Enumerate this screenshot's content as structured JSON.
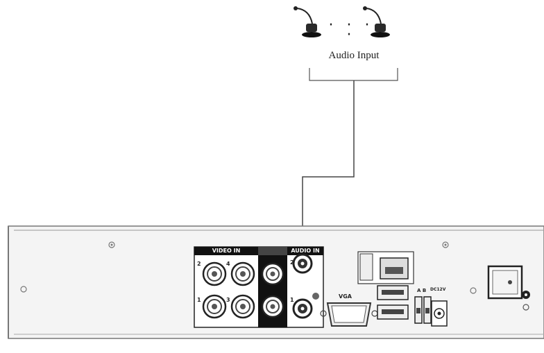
{
  "diagram": {
    "caption": "Audio Input",
    "microphone_separator": "· · · ·",
    "panel": {
      "video_in_label": "VIDEO IN",
      "audio_in_label": "AUDIO IN",
      "vga_label": "VGA",
      "alarm_label": "A B",
      "power_label": "DC12V",
      "video_port_numbers": [
        "2",
        "4",
        "1",
        "3"
      ],
      "audio_port_numbers": [
        "2",
        "1"
      ]
    }
  }
}
